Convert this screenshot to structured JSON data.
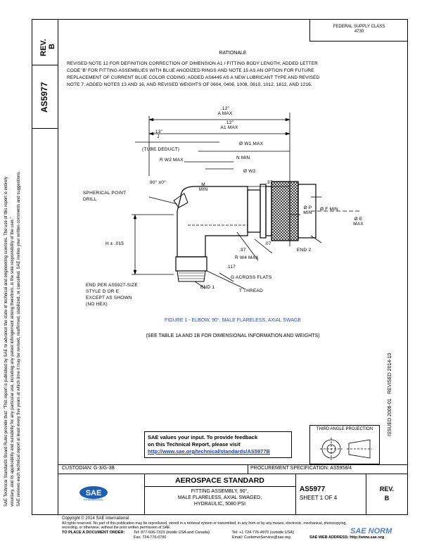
{
  "header": {
    "rev_label": "REV.",
    "rev_value": "B",
    "doc_number": "AS5977",
    "fed_class": "FEDERAL SUPPLY CLASS",
    "fed_class_value": "4730"
  },
  "left_notice": {
    "line1": "SAE Technical Standards Board Rules provide that: \"This report is published by SAE to advance the state of technical and engineering sciences. The use of this report is entirely",
    "line2": "voluntary, and its applicability and suitability for any particular use, including any patent infringement arising therefrom, is the sole responsibility of the user.\"",
    "line3": "SAE reviews each technical report at least every five years at which time it may be revised, reaffirmed, stabilized, or cancelled. SAE invites your written comments and suggestions."
  },
  "dates": {
    "issued": "ISSUED 2006-01",
    "revised": "REVISED 2014-10"
  },
  "rationale": {
    "title": "RATIONALE",
    "lines": [
      "REVISED NOTE 12 FOR DEFINITION CORRECTION OF DIMENSION A1 / FITTING BODY LENGTH; ADDED LETTER",
      "CODE 'B' FOR FITTING ASSEMBLIES WITH BLUE ANODIZED RINGS AND NOTE 15 AS AN OPTION FOR FUTURE",
      "REPLACEMENT OF CURRENT BLUE COLOR CODING; ADDED AS6445 AS A NEW LUBRICANT TYPE AND REVISED",
      "NOTE 7; ADDED NOTES 13 AND 16, AND REVISED WEIGHTS OF 0604, 0406, 1008, 0810, 1012, 1612, AND 1216."
    ]
  },
  "drawing": {
    "labels": {
      "a_max": ".12″\nA MAX",
      "a1_max": ".12″\nA1 MAX",
      "j": ".13″\nJ",
      "tube_deduct": "(TUBE DEDUCT)",
      "w1_max": "Ø W1 MAX",
      "r_w2_max": "R W2 MAX",
      "n_min": "N MIN",
      "w2": "Ø W2",
      "angle": "90° ±0°",
      "m_min": "M\nMIN",
      "l37": ".37",
      "spherical": "SPHERICAL POINT\nDRILL",
      "p_min": "Ø P\nMIN",
      "f_min": "Ø F MIN",
      "e_max": "Ø E\nMAX",
      "h": "H ± .015",
      "end2": "END 2",
      "l07": ".07",
      "l37b": ".37",
      "r_w4": "R W4 MAX",
      "l117": ".117",
      "g_flats": "G ACROSS FLATS",
      "t_thread": "T THREAD",
      "end1": "END 1",
      "end_per": "END PER AS5927-SIZE\nSTYLE D OR E\nEXCEPT AS SHOWN\n(NO HEX)"
    },
    "figure_caption": "FIGURE 1 - ELBOW, 90°, MALE FLARELESS, AXIAL SWAGE",
    "see_table": "(SEE TABLE 1A AND 1B FOR DIMENSIONAL INFORMATION AND WEIGHTS)"
  },
  "feedback": {
    "line1": "SAE values your input. To provide feedback",
    "line2": "on this Technical Report, please visit",
    "link": "http://www.sae.org/technical/standards/AS5977B"
  },
  "third_angle": "THIRD ANGLE PROJECTION",
  "title_block": {
    "custodian": "CUSTODIAN: G-3/G-3B",
    "procurement": "PROCUREMENT SPECIFICATION: AS5958/4",
    "standard_type": "AEROSPACE STANDARD",
    "title1": "FITTING ASSEMBLY, 90°,",
    "title2": "MALE FLARELESS, AXIAL SWAGED,",
    "title3": "HYDRAULIC, 5080 PSI",
    "doc": "AS5977",
    "sheet": "SHEET 1 OF 4",
    "rev_label": "REV.",
    "rev": "B",
    "logo_text": "SAE",
    "logo_sub": "INTERNATIONAL"
  },
  "footer": {
    "copyright": "Copyright © 2014 SAE International",
    "rights1": "All rights reserved. No part of this publication may be reproduced, stored in a retrieval system or transmitted, in any form or by any means, electronic, mechanical, photocopying,",
    "rights2": "recording, or otherwise, without the prior written permission of SAE.",
    "order": "TO PLACE A DOCUMENT ORDER:",
    "tel1": "Tel:   877-606-7323 (inside USA and Canada)",
    "tel2": "Tel:   +1 724-776-4970 (outside USA)",
    "fax": "Fax:   724-776-0790",
    "email": "Email:  CustomerService@sae.org",
    "web": "SAE WEB ADDRESS:  http://www.sae.org",
    "watermark": "SAE NORM"
  }
}
